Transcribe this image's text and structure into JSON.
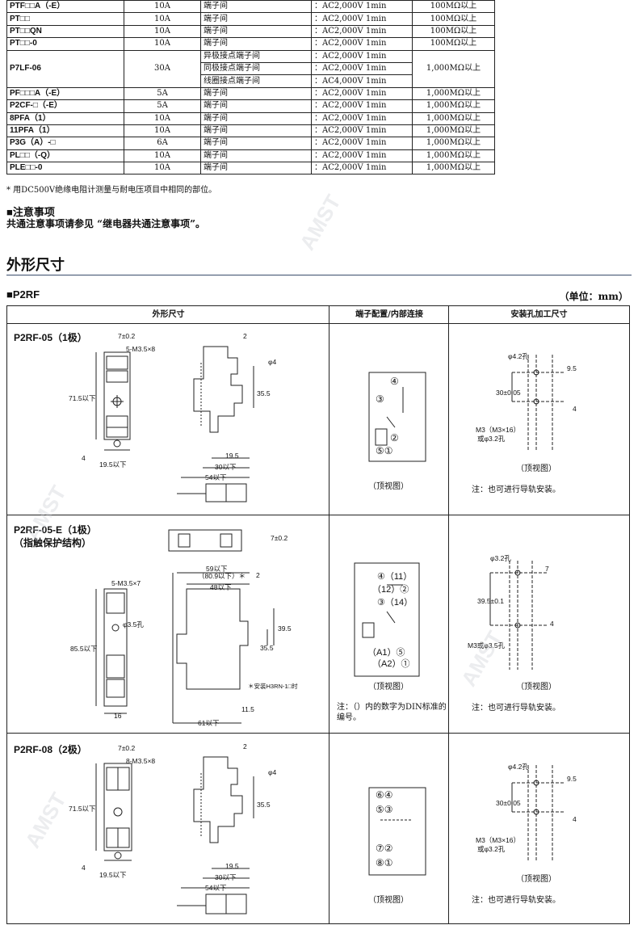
{
  "spec_table": {
    "rows": [
      {
        "model": "PTF□□A（-E）",
        "current": "10A",
        "between": "端子间",
        "voltage": "：AC2,000V 1min",
        "insulation": "100MΩ以上"
      },
      {
        "model": "PT□□",
        "current": "10A",
        "between": "端子间",
        "voltage": "：AC2,000V 1min",
        "insulation": "100MΩ以上"
      },
      {
        "model": "PT□□QN",
        "current": "10A",
        "between": "端子间",
        "voltage": "：AC2,000V 1min",
        "insulation": "100MΩ以上"
      },
      {
        "model": "PT□□-0",
        "current": "10A",
        "between": "端子间",
        "voltage": "：AC2,000V 1min",
        "insulation": "100MΩ以上"
      }
    ],
    "p7lf": {
      "model": "P7LF-06",
      "current": "30A",
      "insulation": "1,000MΩ以上",
      "lines": [
        {
          "between": "异极接点端子间",
          "voltage": "：AC2,000V 1min"
        },
        {
          "between": "同极接点端子间",
          "voltage": "：AC2,000V 1min"
        },
        {
          "between": "线圈接点端子间",
          "voltage": "：AC4,000V 1min"
        }
      ]
    },
    "rows2": [
      {
        "model": "PF□□□A（-E）",
        "current": "5A",
        "between": "端子间",
        "voltage": "：AC2,000V 1min",
        "insulation": "1,000MΩ以上"
      },
      {
        "model": "P2CF-□（-E）",
        "current": "5A",
        "between": "端子间",
        "voltage": "：AC2,000V 1min",
        "insulation": "1,000MΩ以上"
      },
      {
        "model": "8PFA（1）",
        "current": "10A",
        "between": "端子间",
        "voltage": "：AC2,000V 1min",
        "insulation": "1,000MΩ以上"
      },
      {
        "model": "11PFA（1）",
        "current": "10A",
        "between": "端子间",
        "voltage": "：AC2,000V 1min",
        "insulation": "1,000MΩ以上"
      },
      {
        "model": "P3G（A）-□",
        "current": "6A",
        "between": "端子间",
        "voltage": "：AC2,000V 1min",
        "insulation": "1,000MΩ以上"
      },
      {
        "model": "PL□□（-Q）",
        "current": "10A",
        "between": "端子间",
        "voltage": "：AC2,000V 1min",
        "insulation": "1,000MΩ以上"
      },
      {
        "model": "PLE□□-0",
        "current": "10A",
        "between": "端子间",
        "voltage": "：AC2,000V 1min",
        "insulation": "1,000MΩ以上"
      }
    ]
  },
  "footnote": "* 用DC500V绝缘电阻计测量与耐电压项目中相同的部位。",
  "precautions": {
    "heading": "■注意事项",
    "text": "共通注意事项请参见 “继电器共通注意事项”。"
  },
  "section_title": "外形尺寸",
  "sub_title": "■P2RF",
  "unit_label": "（单位：mm）",
  "grid_headers": [
    "外形尺寸",
    "端子配置/内部连接",
    "安装孔加工尺寸"
  ],
  "rows": [
    {
      "model": "P2RF-05（1极）",
      "model2": "",
      "top_view": "（顶视图）",
      "mount_view": "（顶视图）",
      "note": "注：也可进行导轨安装。",
      "conn_note": ""
    },
    {
      "model": "P2RF-05-E（1极）",
      "model2": "（指触保护结构）",
      "top_view": "（顶视图）",
      "mount_view": "（顶视图）",
      "note": "注：也可进行导轨安装。",
      "conn_note": "注：（）内的数字为DIN标准的编号。"
    },
    {
      "model": "P2RF-08（2极）",
      "model2": "",
      "top_view": "（顶视图）",
      "mount_view": "（顶视图）",
      "note": "注：也可进行导轨安装。",
      "conn_note": ""
    }
  ],
  "dims": {
    "r1": {
      "d7": "7±0.2",
      "screw": "5-M3.5×8",
      "h": "71.5以下",
      "w4": "4",
      "w19": "19.5以下",
      "d2": "2",
      "phi4": "φ4",
      "d35": "35.5",
      "d195": "19.5",
      "d30": "30以下",
      "d54": "54以下",
      "m_phi": "φ4.2孔",
      "m95": "9.5",
      "m30": "30±0.05",
      "m4": "4",
      "m_m3": "M3（M3×16）",
      "m_or": "或φ3.2孔"
    },
    "r2": {
      "d7": "7±0.2",
      "screw": "5-M3.5×7",
      "phi35": "φ3.5孔",
      "h": "85.5以下",
      "w16": "16",
      "d59": "59以下",
      "d809": "（80.9以下）＊",
      "d2": "2",
      "d48": "48以下",
      "d395": "39.5",
      "d355": "35.5",
      "d61": "61以下",
      "d115": "11.5",
      "star": "＊安装H3RN-1□时",
      "m_phi": "φ3.2孔",
      "m7": "7",
      "m395": "39.5±0.1",
      "m4": "4",
      "m_m3": "M3或φ3.5孔"
    },
    "r3": {
      "d7": "7±0.2",
      "screw": "8-M3.5×8",
      "h": "71.5以下",
      "w4": "4",
      "w19": "19.5以下",
      "d2": "2",
      "phi4": "φ4",
      "d35": "35.5",
      "d195": "19.5",
      "d30": "30以下",
      "d54": "54以下",
      "m_phi": "φ4.2孔",
      "m95": "9.5",
      "m30": "30±0.05",
      "m4": "4",
      "m_m3": "M3（M3×16）",
      "m_or": "或φ3.2孔"
    }
  },
  "terminals": {
    "r1": [
      "④",
      "③",
      "②",
      "⑤①"
    ],
    "r2": [
      "④（11）",
      "（12）②",
      "③（14）",
      "（A1）⑤",
      "（A2）①"
    ],
    "r3": [
      "⑥④",
      "⑤③",
      "⑦②",
      "⑧①"
    ]
  },
  "watermark": "AMST"
}
